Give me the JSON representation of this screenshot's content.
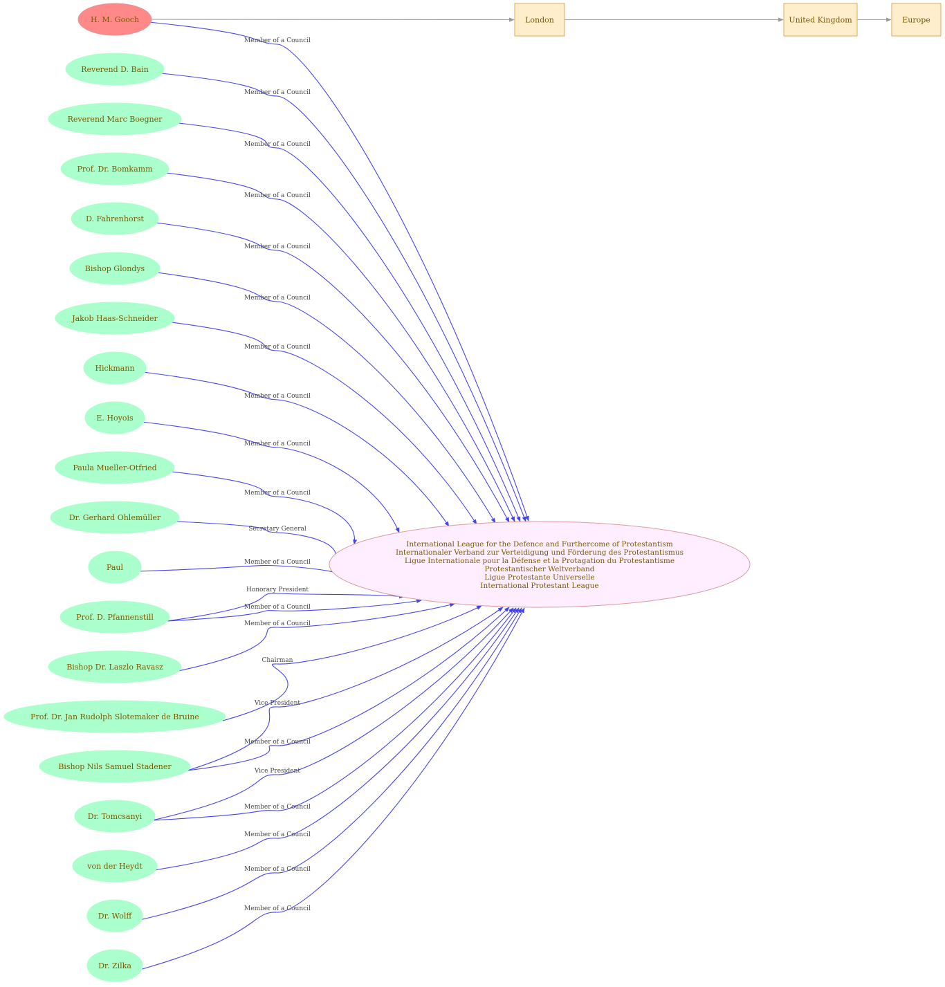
{
  "colors": {
    "person_fill": "#aaffcc",
    "highlight_fill": "#ff8888",
    "highlight_stroke": "#dd9999",
    "org_fill": "#ffeeff",
    "org_stroke": "#dd9999",
    "location_fill": "#ffeecc",
    "location_stroke": "#ddaa55",
    "edge_color": "#4444ee",
    "location_edge_color": "#999999",
    "label_color": "#7a5a00"
  },
  "organization": {
    "lines": [
      "International League for the Defence and Furthercome of Protestantism",
      "Internationaler Verband zur Verteidigung und Förderung des Protestantismus",
      "Ligue Internationale pour la Défense et la Protagation du Protestantisme",
      "Protestantischer Weltverband",
      "Ligue Protestante Universelle",
      "International Protestant League"
    ]
  },
  "locations": [
    "London",
    "United Kingdom",
    "Europe"
  ],
  "people": [
    {
      "name": "H. M. Gooch",
      "highlight": true
    },
    {
      "name": "Reverend D. Bain"
    },
    {
      "name": "Reverend Marc Boegner"
    },
    {
      "name": "Prof. Dr. Bomkamm"
    },
    {
      "name": "D. Fahrenhorst"
    },
    {
      "name": "Bishop Glondys"
    },
    {
      "name": "Jakob Haas-Schneider"
    },
    {
      "name": "Hickmann"
    },
    {
      "name": "E. Hoyois"
    },
    {
      "name": "Paula Mueller-Otfried"
    },
    {
      "name": "Dr. Gerhard Ohlemüller"
    },
    {
      "name": "Paul"
    },
    {
      "name": "Prof. D. Pfannenstill"
    },
    {
      "name": "Bishop Dr. Laszlo Ravasz"
    },
    {
      "name": "Prof. Dr. Jan Rudolph Slotemaker de Bruine"
    },
    {
      "name": "Bishop Nils Samuel Stadener"
    },
    {
      "name": "Dr. Tomcsanyi"
    },
    {
      "name": "von der Heydt"
    },
    {
      "name": "Dr. Wolff"
    },
    {
      "name": "Dr. Zilka"
    }
  ],
  "edges": [
    {
      "from": 0,
      "label": "Member of a Council"
    },
    {
      "from": 1,
      "label": "Member of a Council"
    },
    {
      "from": 2,
      "label": "Member of a Council"
    },
    {
      "from": 3,
      "label": "Member of a Council"
    },
    {
      "from": 4,
      "label": "Member of a Council"
    },
    {
      "from": 5,
      "label": "Member of a Council"
    },
    {
      "from": 6,
      "label": "Member of a Council"
    },
    {
      "from": 7,
      "label": "Member of a Council"
    },
    {
      "from": 8,
      "label": "Member of a Council"
    },
    {
      "from": 9,
      "label": "Member of a Council"
    },
    {
      "from": 10,
      "label": "Secretary General"
    },
    {
      "from": 11,
      "label": "Member of a Council"
    },
    {
      "from": 12,
      "label": "Honorary President"
    },
    {
      "from": 12,
      "label": "Member of a Council"
    },
    {
      "from": 13,
      "label": "Member of a Council"
    },
    {
      "from": 14,
      "label": "Chairman"
    },
    {
      "from": 15,
      "label": "Vice President"
    },
    {
      "from": 15,
      "label": "Member of a Council"
    },
    {
      "from": 16,
      "label": "Vice President"
    },
    {
      "from": 16,
      "label": "Member of a Council"
    },
    {
      "from": 17,
      "label": "Member of a Council"
    },
    {
      "from": 18,
      "label": "Member of a Council"
    },
    {
      "from": 19,
      "label": "Member of a Council"
    }
  ],
  "location_edges": [
    {
      "from": "H. M. Gooch",
      "to": "London"
    },
    {
      "from": "London",
      "to": "United Kingdom"
    },
    {
      "from": "United Kingdom",
      "to": "Europe"
    }
  ]
}
